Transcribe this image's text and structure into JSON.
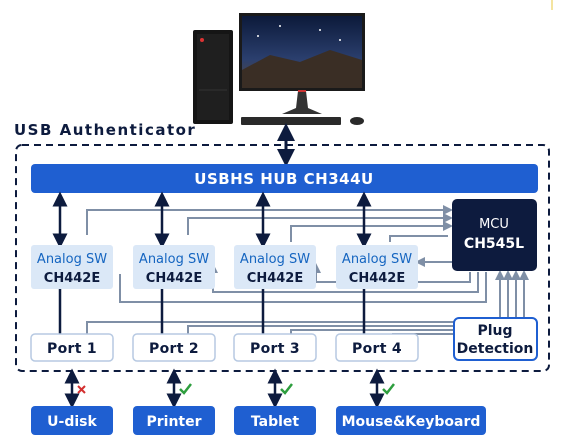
{
  "title": "USB  Authenticator",
  "hub": {
    "label": "USBHS HUB    CH344U"
  },
  "switches": [
    {
      "line1": "Analog SW",
      "line2": "CH442E"
    },
    {
      "line1": "Analog SW",
      "line2": "CH442E"
    },
    {
      "line1": "Analog SW",
      "line2": "CH442E"
    },
    {
      "line1": "Analog SW",
      "line2": "CH442E"
    }
  ],
  "ports": [
    {
      "label": "Port  1"
    },
    {
      "label": "Port  2"
    },
    {
      "label": "Port  3"
    },
    {
      "label": "Port  4"
    }
  ],
  "mcu": {
    "line1": "MCU",
    "line2": "CH545L"
  },
  "plug": {
    "line1": "Plug",
    "line2": "Detection"
  },
  "devices": [
    {
      "label": "U-disk",
      "status": "blocked"
    },
    {
      "label": "Printer",
      "status": "allowed"
    },
    {
      "label": "Tablet",
      "status": "allowed"
    },
    {
      "label": "Mouse&Keyboard",
      "status": "allowed"
    }
  ],
  "colors": {
    "brand_blue": "#1f5fd1",
    "navy": "#0d1b3e",
    "light_box": "#dbe8f7",
    "connector_gray": "#7f8fa6",
    "check_green": "#2e9e3e",
    "cross_red": "#d32f2f"
  }
}
